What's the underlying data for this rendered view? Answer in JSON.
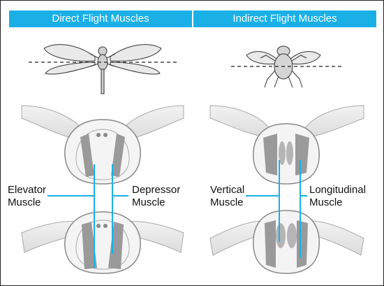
{
  "panels": {
    "direct": {
      "title": "Direct Flight Muscles",
      "label_left": [
        "Elevator",
        "Muscle"
      ],
      "label_right": [
        "Depressor",
        "Muscle"
      ]
    },
    "indirect": {
      "title": "Indirect Flight Muscles",
      "label_left": [
        "Vertical",
        "Muscle"
      ],
      "label_right": [
        "Longitudinal",
        "Muscle"
      ]
    }
  },
  "colors": {
    "header_bg": "#1ab0e6",
    "leader_line": "#1ab0e6",
    "muscle": "#9a9a9a",
    "outline": "#888888"
  },
  "icons": {
    "direct_insect": "dragonfly-icon",
    "indirect_insect": "fly-icon"
  }
}
